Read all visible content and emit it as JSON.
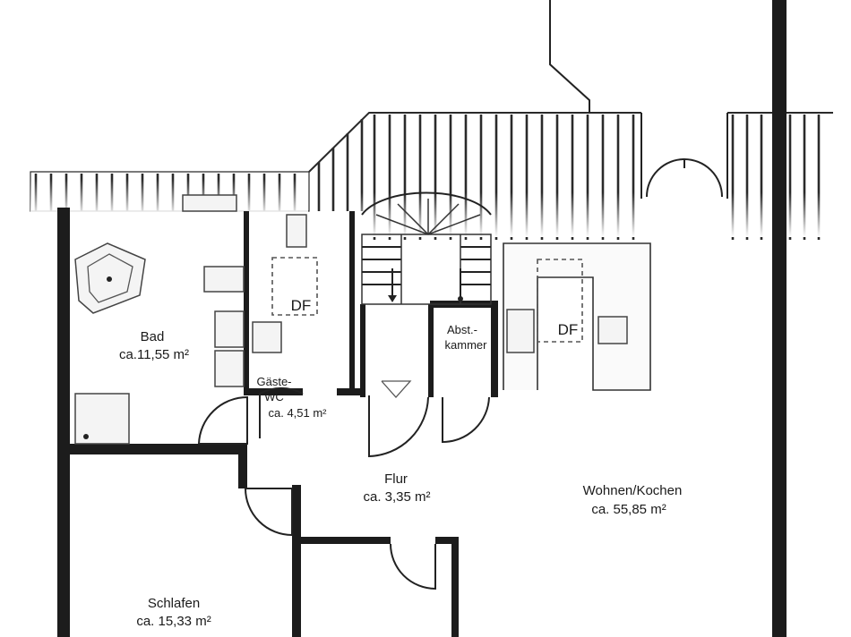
{
  "rooms": {
    "bad": {
      "name": "Bad",
      "area": "ca.11,55 m²"
    },
    "gaeste_wc": {
      "name_line1": "Gäste-",
      "name_line2": "WC",
      "area": "ca. 4,51 m²"
    },
    "abst": {
      "name_line1": "Abst.-",
      "name_line2": "kammer"
    },
    "flur": {
      "name": "Flur",
      "area": "ca. 3,35 m²"
    },
    "wohnen": {
      "name": "Wohnen/Kochen",
      "area": "ca. 55,85 m²"
    },
    "schlafen": {
      "name": "Schlafen",
      "area": "ca. 15,33 m²"
    }
  },
  "skylights": {
    "wc": "DF",
    "kitchen": "DF"
  },
  "colors": {
    "wall": "#1c1c1c",
    "line": "#222222",
    "background": "#ffffff"
  }
}
